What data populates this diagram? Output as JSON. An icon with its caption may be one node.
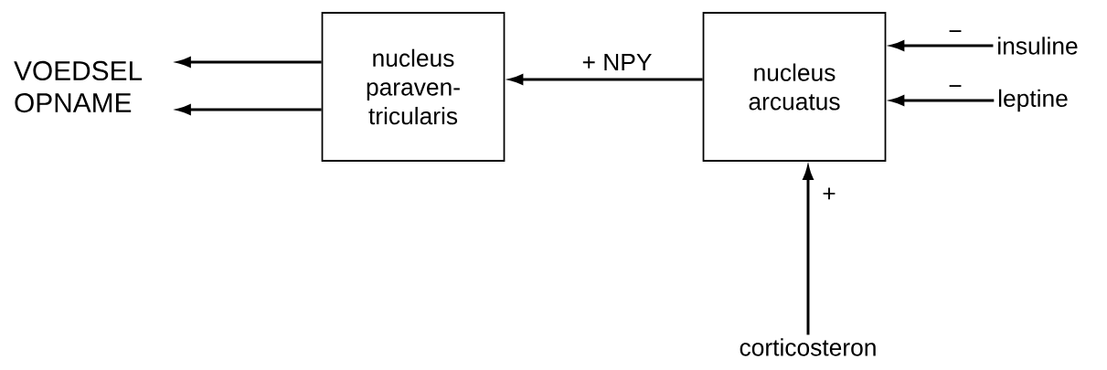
{
  "diagram": {
    "nodes": [
      {
        "text": [
          "VOEDSEL OPNAME"
        ]
      },
      {
        "text": [
          "nucleus paraven- tricularis"
        ]
      },
      {
        "text": [
          "nucleus arcuatus"
        ]
      },
      {
        "text": [
          "insuline"
        ]
      },
      {
        "text": [
          "leptine"
        ]
      },
      {
        "text": [
          "corticosteron"
        ]
      }
    ],
    "edges": [
      {
        "from": 1,
        "to": 0,
        "arrow": "to"
      },
      {
        "from": 1,
        "to": 0,
        "arrow": "to"
      },
      {
        "from": 2,
        "to": 1,
        "arrow": "to",
        "label": "+ NPY"
      },
      {
        "from": 3,
        "to": 2,
        "arrow": "to",
        "label": "−"
      },
      {
        "from": 4,
        "to": 2,
        "arrow": "to",
        "label": "−"
      },
      {
        "from": 5,
        "to": 2,
        "arrow": "to",
        "label": "+"
      }
    ]
  }
}
